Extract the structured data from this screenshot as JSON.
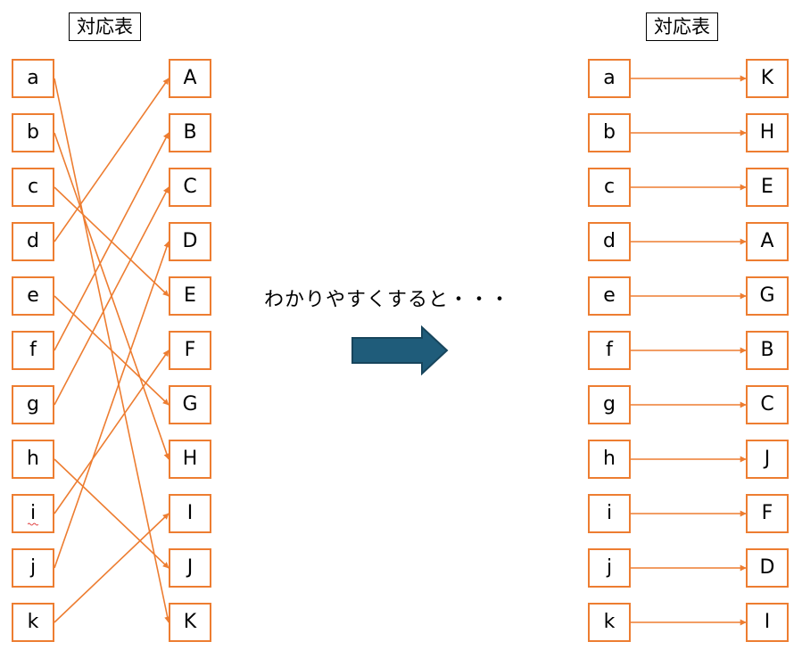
{
  "left_panel": {
    "title": "対応表",
    "left_items": [
      "a",
      "b",
      "c",
      "d",
      "e",
      "f",
      "g",
      "h",
      "i",
      "j",
      "k"
    ],
    "right_items": [
      "A",
      "B",
      "C",
      "D",
      "E",
      "F",
      "G",
      "H",
      "I",
      "J",
      "K"
    ],
    "mapping": [
      {
        "from": "a",
        "to": "K"
      },
      {
        "from": "b",
        "to": "H"
      },
      {
        "from": "c",
        "to": "E"
      },
      {
        "from": "d",
        "to": "A"
      },
      {
        "from": "e",
        "to": "G"
      },
      {
        "from": "f",
        "to": "B"
      },
      {
        "from": "g",
        "to": "C"
      },
      {
        "from": "h",
        "to": "J"
      },
      {
        "from": "i",
        "to": "F"
      },
      {
        "from": "j",
        "to": "D"
      },
      {
        "from": "k",
        "to": "I"
      }
    ]
  },
  "caption": "わかりやすくすると・・・",
  "right_panel": {
    "title": "対応表",
    "left_items": [
      "a",
      "b",
      "c",
      "d",
      "e",
      "f",
      "g",
      "h",
      "i",
      "j",
      "k"
    ],
    "right_items": [
      "K",
      "H",
      "E",
      "A",
      "G",
      "B",
      "C",
      "J",
      "F",
      "D",
      "I"
    ]
  },
  "colors": {
    "box_border": "#ED7D31",
    "connector": "#ED7D31",
    "big_arrow_fill": "#1F5C7A",
    "big_arrow_stroke": "#17455C",
    "spellcheck_squiggle": "#E04040"
  },
  "icons": {
    "big_arrow": "right-block-arrow-icon"
  }
}
